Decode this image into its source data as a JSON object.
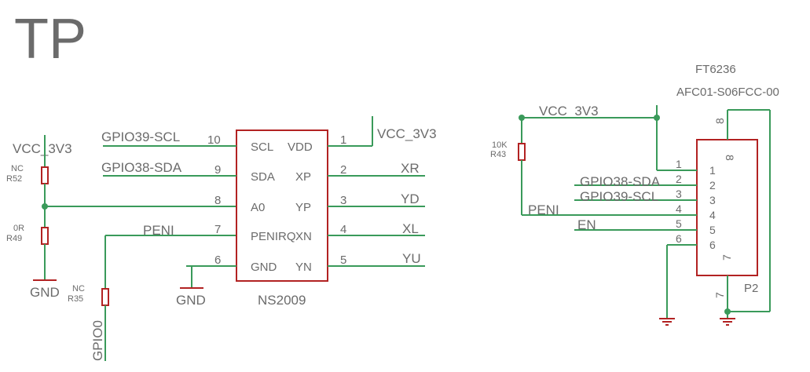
{
  "title": "TP",
  "colors": {
    "wire": "#3a9a5a",
    "part": "#b22222",
    "text": "#6b6b6b"
  },
  "left_power": {
    "vcc": "VCC_3V3",
    "gnd": "GND"
  },
  "r52": {
    "value": "NC",
    "ref": "R52"
  },
  "r49": {
    "value": "0R",
    "ref": "R49"
  },
  "r35": {
    "value": "NC",
    "ref": "R35"
  },
  "gpio0": "GPIO0",
  "ns2009": {
    "name": "NS2009",
    "nets_left": [
      "GPIO39-SCL",
      "GPIO38-SDA",
      "PENI"
    ],
    "pins_left": [
      {
        "num": "10",
        "name": "SCL"
      },
      {
        "num": "9",
        "name": "SDA"
      },
      {
        "num": "8",
        "name": "A0"
      },
      {
        "num": "7",
        "name": "PENIRQ"
      },
      {
        "num": "6",
        "name": "GND"
      }
    ],
    "pins_right": [
      {
        "num": "1",
        "name": "VDD",
        "net": "VCC_3V3"
      },
      {
        "num": "2",
        "name": "XP",
        "net": "XR"
      },
      {
        "num": "3",
        "name": "YP",
        "net": "YD"
      },
      {
        "num": "4",
        "name": "XN",
        "net": "XL"
      },
      {
        "num": "5",
        "name": "YN",
        "net": "YU"
      }
    ],
    "gnd": "GND"
  },
  "r43": {
    "value": "10K",
    "ref": "R43"
  },
  "connector": {
    "part": "FT6236",
    "footprint": "AFC01-S06FCC-00",
    "ref": "P2",
    "vcc": "VCC_3V3",
    "nets": [
      "GPIO38-SDA",
      "GPIO39-SCL",
      "PENI",
      "EN"
    ],
    "pins": [
      "1",
      "2",
      "3",
      "4",
      "5",
      "6",
      "7",
      "8"
    ]
  }
}
